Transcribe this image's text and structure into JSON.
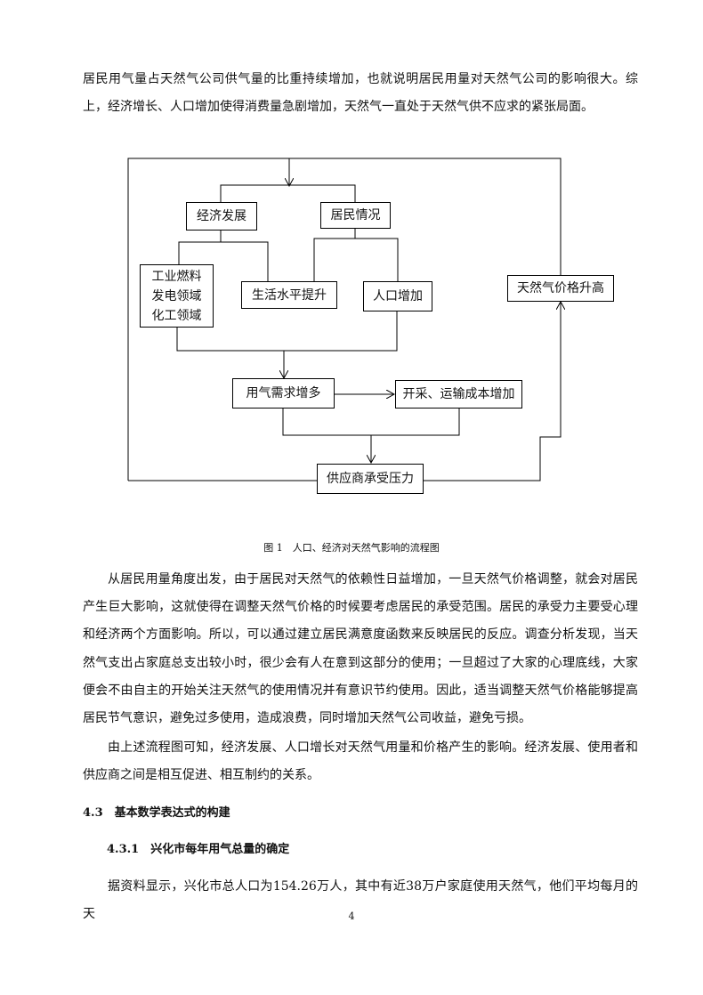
{
  "paragraph_top": "居民用气量占天然气公司供气量的比重持续增加，也就说明居民用量对天然气公司的影响很大。综上，经济增长、人口增加使得消费量急剧增加，天然气一直处于天然气供不应求的紧张局面。",
  "diagram": {
    "boxes": {
      "economy": "经济发展",
      "residents": "居民情况",
      "industry_line1": "工业燃料",
      "industry_line2": "发电领域",
      "industry_line3": "化工领域",
      "living": "生活水平提升",
      "population": "人口增加",
      "price": "天然气价格升高",
      "demand": "用气需求增多",
      "cost": "开采、运输成本增加",
      "supplier": "供应商承受压力"
    }
  },
  "caption": "图 1　人口、经济对天然气影响的流程图",
  "paragraph_2": "从居民用量角度出发，由于居民对天然气的依赖性日益增加，一旦天然气价格调整，就会对居民产生巨大影响，这就使得在调整天然气价格的时候要考虑居民的承受范围。居民的承受力主要受心理和经济两个方面影响。所以，可以通过建立居民满意度函数来反映居民的反应。调查分析发现，当天然气支出占家庭总支出较小时，很少会有人在意到这部分的使用；一旦超过了大家的心理底线，大家便会不由自主的开始关注天然气的使用情况并有意识节约使用。因此，适当调整天然气价格能够提高居民节气意识，避免过多使用，造成浪费，同时增加天然气公司收益，避免亏损。",
  "paragraph_3": "由上述流程图可知，经济发展、人口增长对天然气用量和价格产生的影响。经济发展、使用者和供应商之间是相互促进、相互制约的关系。",
  "section_heading": "4.3　基本数学表达式的构建",
  "subsection_heading": "4.3.1　兴化市每年用气总量的确定",
  "paragraph_4": "据资料显示，兴化市总人口为154.26万人，其中有近38万户家庭使用天然气，他们平均每月的天",
  "page_number": "4"
}
